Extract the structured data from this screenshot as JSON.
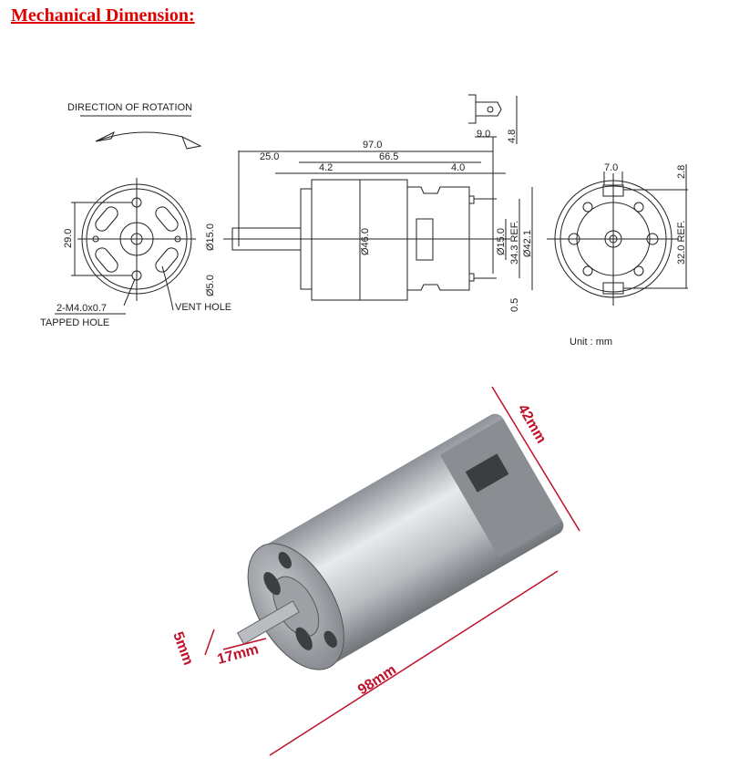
{
  "title": "Mechanical Dimension:",
  "drawing": {
    "rotation_label": "DIRECTION OF ROTATION",
    "dim_29": "29.0",
    "tapped_hole_1": "2-M4.0x0.7",
    "tapped_hole_2": "TAPPED HOLE",
    "vent_hole": "VENT HOLE",
    "dim_97": "97.0",
    "dim_25": "25.0",
    "dim_66_5": "66.5",
    "dim_4_2": "4.2",
    "dim_4_0": "4.0",
    "dim_d15_left": "Ø15.0",
    "dim_d5": "Ø5.0",
    "dim_d46": "Ø46.0",
    "dim_d15_right": "Ø15.0",
    "dim_34_3": "34.3 REF.",
    "dim_d42": "Ø42.1",
    "dim_0_5": "0.5",
    "dim_9": "9.0",
    "dim_4_8": "4.8",
    "dim_7": "7.0",
    "dim_2_8": "2.8",
    "dim_32": "32.0 REF.",
    "unit": "Unit : mm"
  },
  "photo": {
    "dim_length": "98mm",
    "dim_diameter": "42mm",
    "dim_shaft_dia": "5mm",
    "dim_shaft_len": "17mm",
    "accent_color": "#c0102a"
  }
}
